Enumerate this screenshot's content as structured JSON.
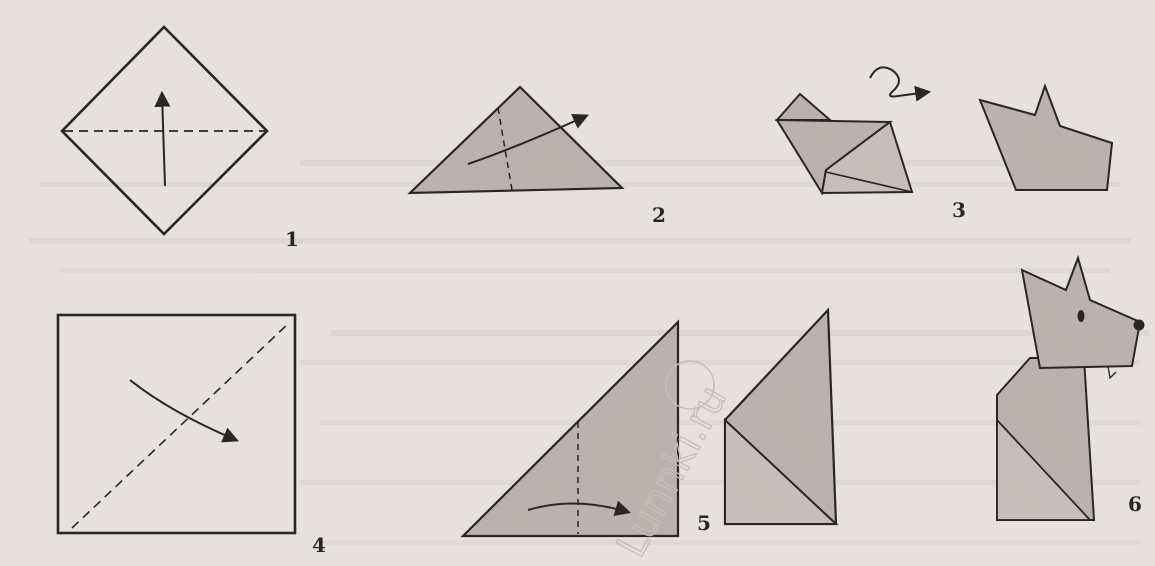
{
  "steps": [
    {
      "number": "1"
    },
    {
      "number": "2"
    },
    {
      "number": "3"
    },
    {
      "number": "4"
    },
    {
      "number": "5"
    },
    {
      "number": "6"
    }
  ],
  "watermark": {
    "text": "Lunnki.ru"
  },
  "colors": {
    "background": "#e6e1df",
    "paper_fill": "#b9b2ae",
    "line": "#2a2624",
    "faint_text": "#cfc8c4"
  }
}
